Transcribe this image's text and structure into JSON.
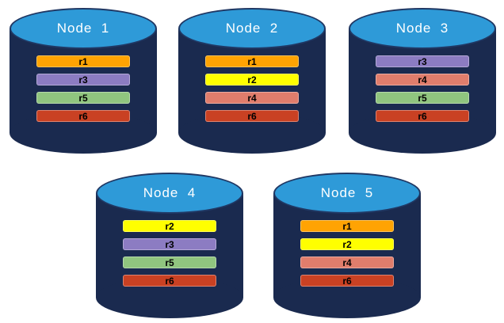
{
  "canvas": {
    "background": "#FFFFFF"
  },
  "cylinder": {
    "body_color": "#1A2A4F",
    "top_color": "#2E9AD8",
    "outline_color": "#203864",
    "title_color": "#FFFFFF"
  },
  "replica_label_color": "#000000",
  "range_colors": {
    "r1": "#FFA303",
    "r2": "#FFFF00",
    "r3": "#8C7CC2",
    "r4": "#E07D6C",
    "r5": "#90C57F",
    "r6": "#C94123"
  },
  "nodes": [
    {
      "title": "Node  1",
      "replicas": [
        "r1",
        "r3",
        "r5",
        "r6"
      ]
    },
    {
      "title": "Node  2",
      "replicas": [
        "r1",
        "r2",
        "r4",
        "r6"
      ]
    },
    {
      "title": "Node  3",
      "replicas": [
        "r3",
        "r4",
        "r5",
        "r6"
      ]
    },
    {
      "title": "Node  4",
      "replicas": [
        "r2",
        "r3",
        "r5",
        "r6"
      ]
    },
    {
      "title": "Node  5",
      "replicas": [
        "r1",
        "r2",
        "r4",
        "r6"
      ]
    }
  ]
}
